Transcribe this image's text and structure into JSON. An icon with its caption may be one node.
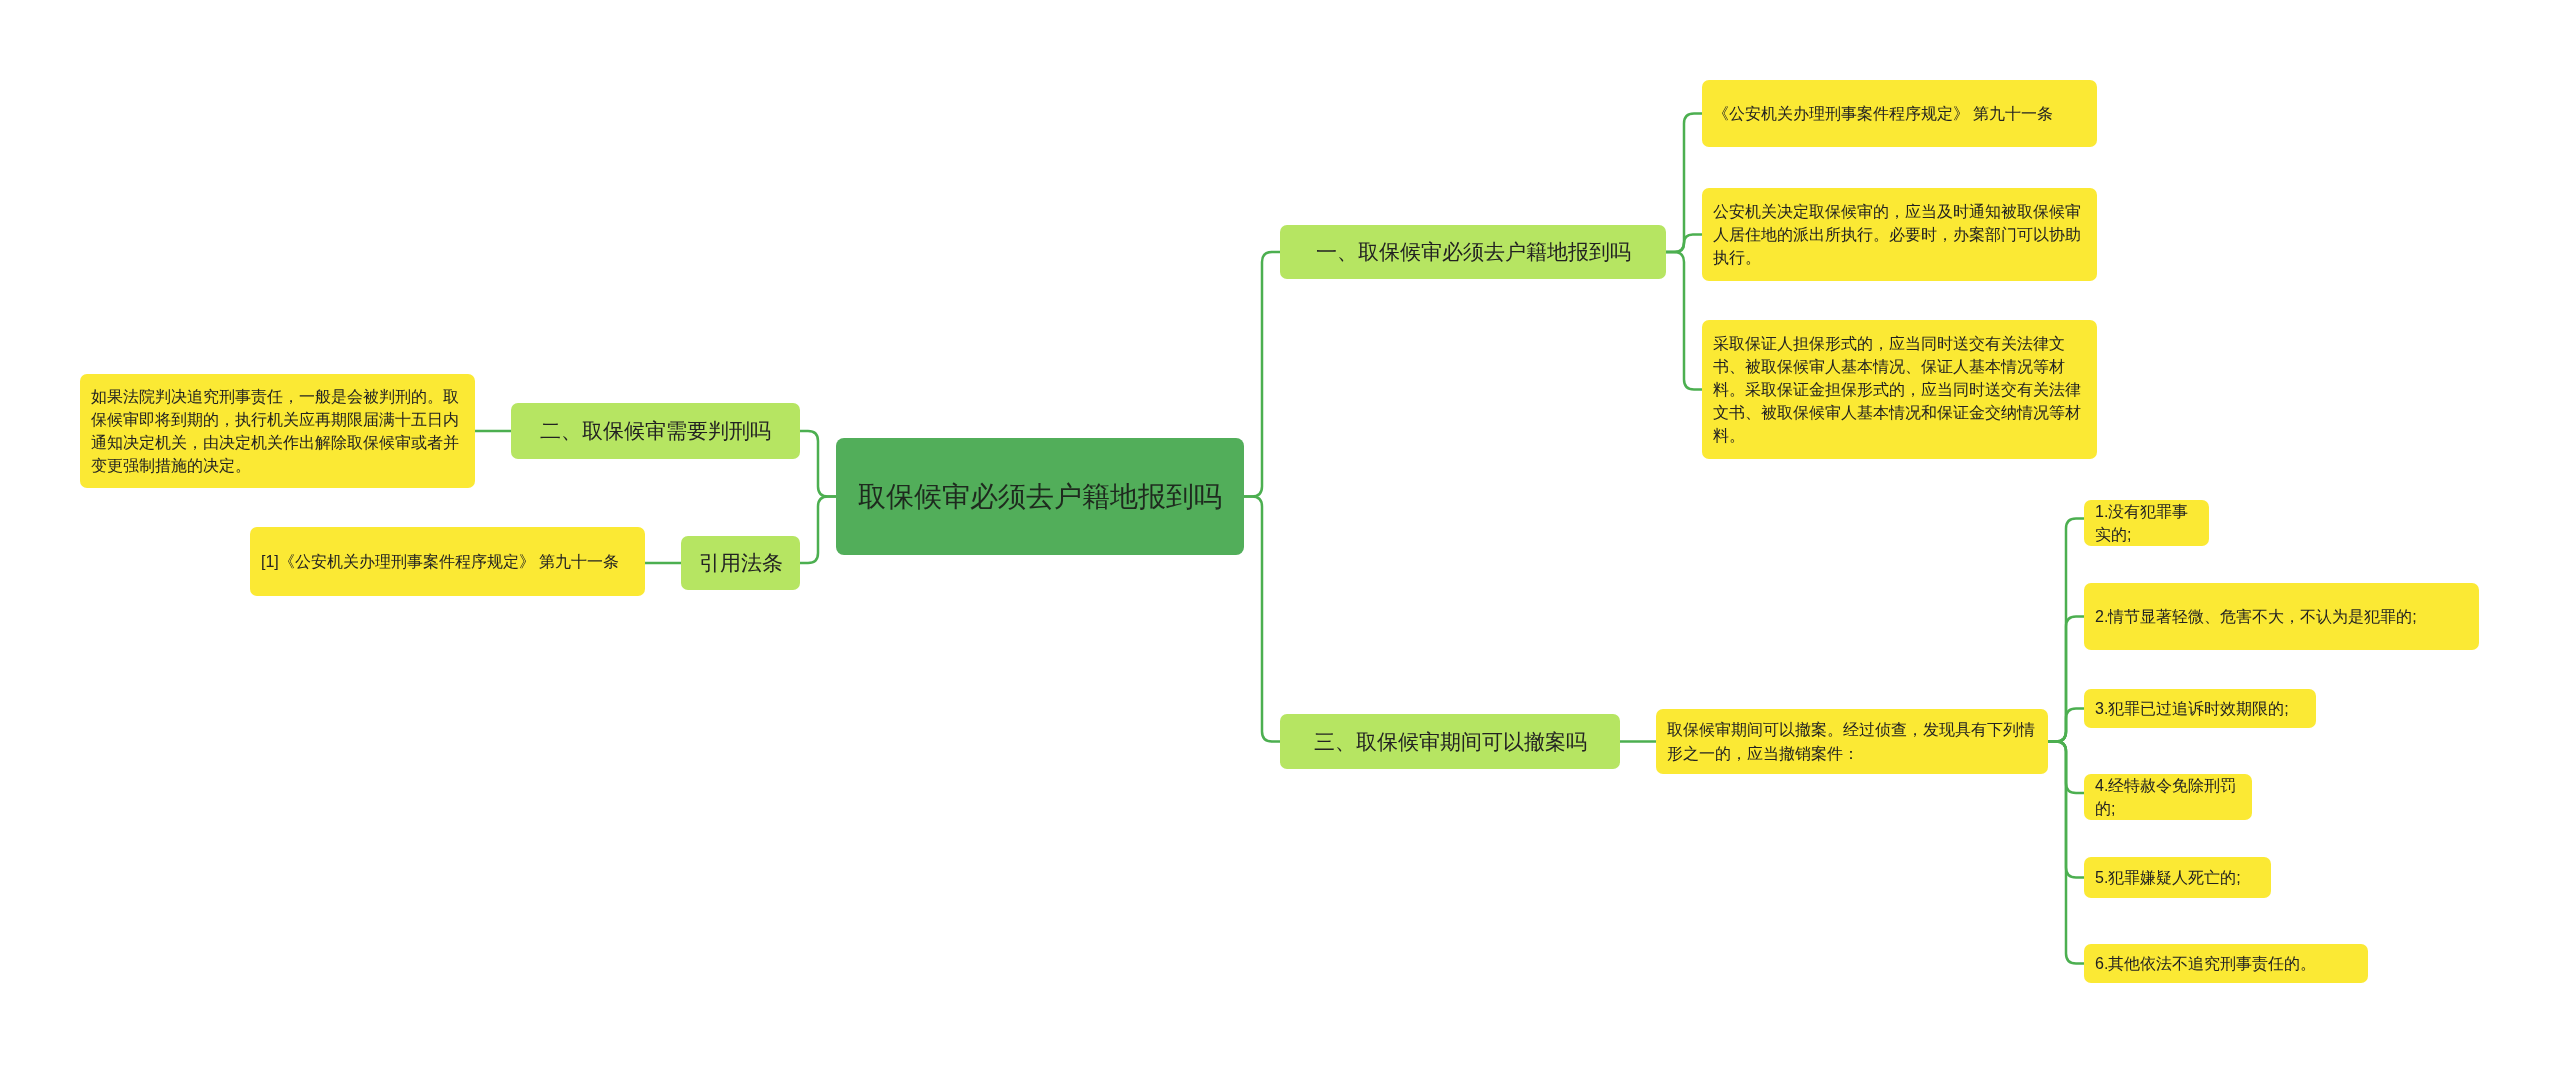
{
  "diagram": {
    "nodes": [
      {
        "text": [
          "取保候审必须去户籍地报到吗"
        ]
      },
      {
        "text": [
          "一、取保候审必须去户籍地报到吗"
        ]
      },
      {
        "text": [
          "三、取保候审期间可以撤案吗"
        ]
      },
      {
        "text": [
          "二、取保候审需要判刑吗"
        ]
      },
      {
        "text": [
          "引用法条"
        ]
      },
      {
        "text": [
          "《公安机关办理刑事案件程序规定》 第九十一条"
        ]
      },
      {
        "text": [
          "公安机关决定取保候审的，应当及时通知被取保候审人居住地的派出所执行。必要时，办案部门可以协助执行。"
        ]
      },
      {
        "text": [
          "采取保证人担保形式的，应当同时送交有关法律文书、被取保候审人基本情况、保证人基本情况等材料。采取保证金担保形式的，应当同时送交有关法律文书、被取保候审人基本情况和保证金交纳情况等材料。"
        ]
      },
      {
        "text": [
          "取保候审期间可以撤案。经过侦查，发现具有下列情形之一的，应当撤销案件："
        ]
      },
      {
        "text": [
          "1.没有犯罪事实的;"
        ]
      },
      {
        "text": [
          "2.情节显著轻微、危害不大，不认为是犯罪的;"
        ]
      },
      {
        "text": [
          "3.犯罪已过追诉时效期限的;"
        ]
      },
      {
        "text": [
          "4.经特赦令免除刑罚的;"
        ]
      },
      {
        "text": [
          "5.犯罪嫌疑人死亡的;"
        ]
      },
      {
        "text": [
          "6.其他依法不追究刑事责任的。"
        ]
      },
      {
        "text": [
          "如果法院判决追究刑事责任，一般是会被判刑的。取保候审即将到期的，执行机关应再期限届满十五日内通知决定机关，由决定机关作出解除取保候审或者并变更强制措施的决定。"
        ]
      },
      {
        "text": [
          "[1]《公安机关办理刑事案件程序规定》 第九十一条"
        ]
      }
    ],
    "edges": [
      {
        "from": 0,
        "to": 1,
        "arrow": "none"
      },
      {
        "from": 0,
        "to": 2,
        "arrow": "none"
      },
      {
        "from": 0,
        "to": 3,
        "arrow": "none"
      },
      {
        "from": 0,
        "to": 4,
        "arrow": "none"
      },
      {
        "from": 1,
        "to": 5,
        "arrow": "none"
      },
      {
        "from": 1,
        "to": 6,
        "arrow": "none"
      },
      {
        "from": 1,
        "to": 7,
        "arrow": "none"
      },
      {
        "from": 2,
        "to": 8,
        "arrow": "none"
      },
      {
        "from": 8,
        "to": 9,
        "arrow": "none"
      },
      {
        "from": 8,
        "to": 10,
        "arrow": "none"
      },
      {
        "from": 8,
        "to": 11,
        "arrow": "none"
      },
      {
        "from": 8,
        "to": 12,
        "arrow": "none"
      },
      {
        "from": 8,
        "to": 13,
        "arrow": "none"
      },
      {
        "from": 8,
        "to": 14,
        "arrow": "none"
      },
      {
        "from": 3,
        "to": 15,
        "arrow": "none"
      },
      {
        "from": 4,
        "to": 16,
        "arrow": "none"
      }
    ]
  }
}
